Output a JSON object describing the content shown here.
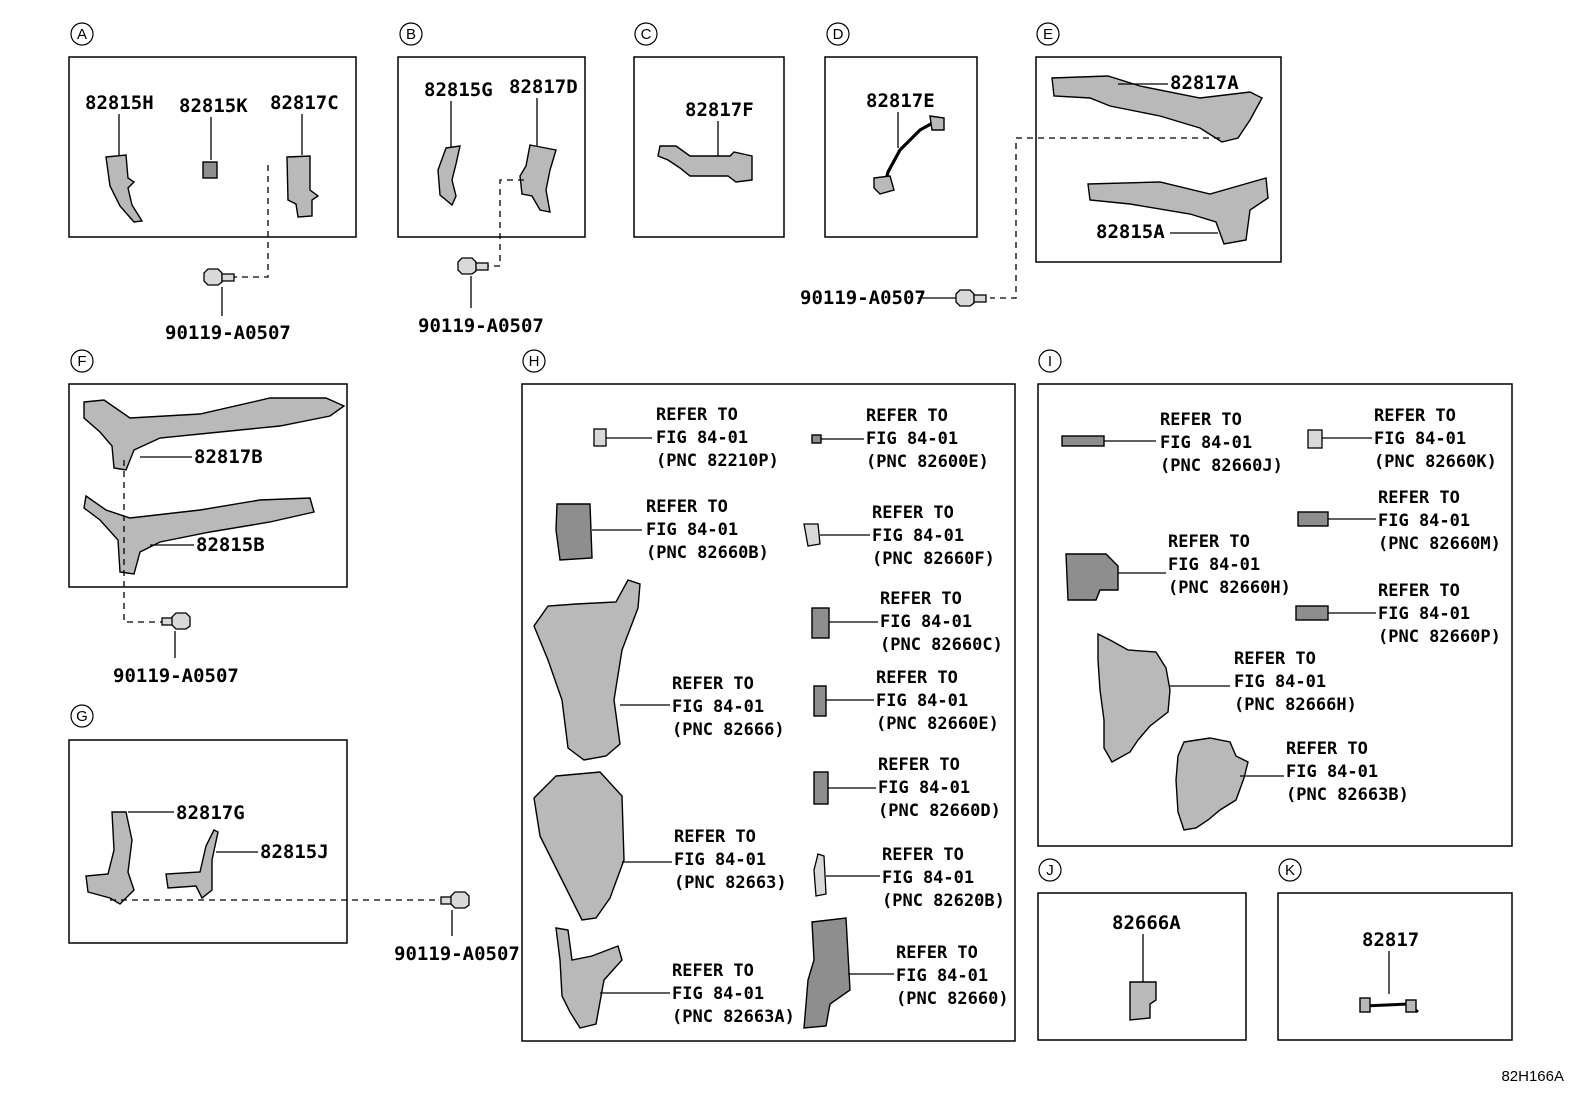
{
  "sections": {
    "A": {
      "badge": "A",
      "labels": [
        "82815H",
        "82815K",
        "82817C"
      ],
      "bolt": "90119-A0507"
    },
    "B": {
      "badge": "B",
      "labels": [
        "82815G",
        "82817D"
      ],
      "bolt": "90119-A0507"
    },
    "C": {
      "badge": "C",
      "labels": [
        "82817F"
      ]
    },
    "D": {
      "badge": "D",
      "labels": [
        "82817E"
      ]
    },
    "E": {
      "badge": "E",
      "labels": [
        "82817A",
        "82815A"
      ],
      "bolt": "90119-A0507"
    },
    "F": {
      "badge": "F",
      "labels": [
        "82817B",
        "82815B"
      ],
      "bolt": "90119-A0507"
    },
    "G": {
      "badge": "G",
      "labels": [
        "82817G",
        "82815J"
      ],
      "bolt": "90119-A0507"
    },
    "H": {
      "badge": "H",
      "refs": [
        {
          "l1": "REFER TO",
          "l2": "FIG 84-01",
          "l3": "(PNC 82210P)"
        },
        {
          "l1": "REFER TO",
          "l2": "FIG 84-01",
          "l3": "(PNC 82600E)"
        },
        {
          "l1": "REFER TO",
          "l2": "FIG 84-01",
          "l3": "(PNC 82660B)"
        },
        {
          "l1": "REFER TO",
          "l2": "FIG 84-01",
          "l3": "(PNC 82660F)"
        },
        {
          "l1": "REFER TO",
          "l2": "FIG 84-01",
          "l3": "(PNC 82660C)"
        },
        {
          "l1": "REFER TO",
          "l2": "FIG 84-01",
          "l3": "(PNC 82666)"
        },
        {
          "l1": "REFER TO",
          "l2": "FIG 84-01",
          "l3": "(PNC 82660E)"
        },
        {
          "l1": "REFER TO",
          "l2": "FIG 84-01",
          "l3": "(PNC 82660D)"
        },
        {
          "l1": "REFER TO",
          "l2": "FIG 84-01",
          "l3": "(PNC 82663)"
        },
        {
          "l1": "REFER TO",
          "l2": "FIG 84-01",
          "l3": "(PNC 82620B)"
        },
        {
          "l1": "REFER TO",
          "l2": "FIG 84-01",
          "l3": "(PNC 82663A)"
        },
        {
          "l1": "REFER TO",
          "l2": "FIG 84-01",
          "l3": "(PNC 82660)"
        }
      ]
    },
    "I": {
      "badge": "I",
      "refs": [
        {
          "l1": "REFER TO",
          "l2": "FIG 84-01",
          "l3": "(PNC 82660J)"
        },
        {
          "l1": "REFER TO",
          "l2": "FIG 84-01",
          "l3": "(PNC 82660K)"
        },
        {
          "l1": "REFER TO",
          "l2": "FIG 84-01",
          "l3": "(PNC 82660M)"
        },
        {
          "l1": "REFER TO",
          "l2": "FIG 84-01",
          "l3": "(PNC 82660H)"
        },
        {
          "l1": "REFER TO",
          "l2": "FIG 84-01",
          "l3": "(PNC 82660P)"
        },
        {
          "l1": "REFER TO",
          "l2": "FIG 84-01",
          "l3": "(PNC 82666H)"
        },
        {
          "l1": "REFER TO",
          "l2": "FIG 84-01",
          "l3": "(PNC 82663B)"
        }
      ]
    },
    "J": {
      "badge": "J",
      "labels": [
        "82666A"
      ]
    },
    "K": {
      "badge": "K",
      "labels": [
        "82817"
      ]
    }
  },
  "illustration_code": "82H166A"
}
